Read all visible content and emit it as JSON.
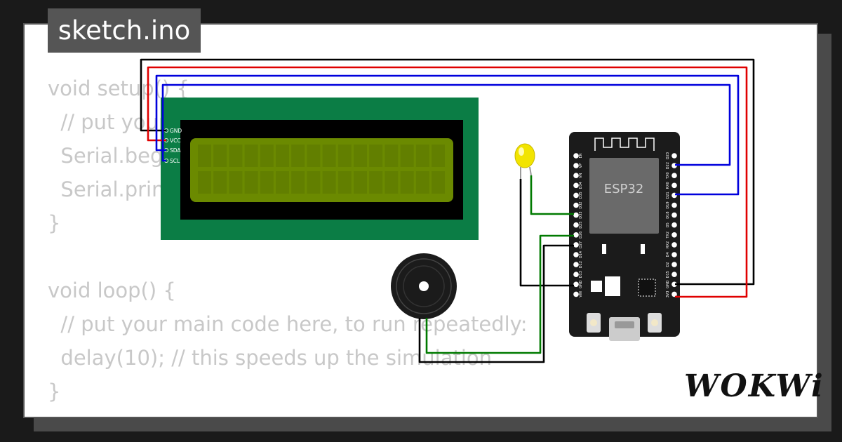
{
  "tab": {
    "filename": "sketch.ino"
  },
  "code_lines": [
    "void setup() {",
    "  // put your setup code here, to run once:",
    "  Serial.begin(115200);",
    "  Serial.println(\"Hello, ESP32!\");",
    "}",
    "",
    "void loop() {",
    "  // put your main code here, to run repeatedly:",
    "  delay(10); // this speeds up the simulation",
    "}"
  ],
  "lcd": {
    "pins": [
      "GND",
      "VCC",
      "SDA",
      "SCL"
    ]
  },
  "board": {
    "label": "ESP32",
    "left_pins": [
      "EN",
      "VP",
      "VN",
      "D34",
      "D35",
      "D32",
      "D33",
      "D25",
      "D26",
      "D27",
      "D14",
      "D12",
      "D13",
      "GND",
      "VIN"
    ],
    "right_pins": [
      "D23",
      "D22",
      "TX0",
      "RX0",
      "D21",
      "D19",
      "D18",
      "D5",
      "TX2",
      "RX2",
      "D4",
      "D2",
      "D15",
      "GND",
      "3V3"
    ]
  },
  "brand": {
    "logo": "WOKWi"
  },
  "colors": {
    "wire_black": "#000000",
    "wire_red": "#e00000",
    "wire_blue": "#0000dd",
    "wire_green": "#007a00",
    "lcd_board": "#0b7d45",
    "lcd_screen": "#6b8a00",
    "led": "#f2e400",
    "board": "#1b1b1b"
  }
}
